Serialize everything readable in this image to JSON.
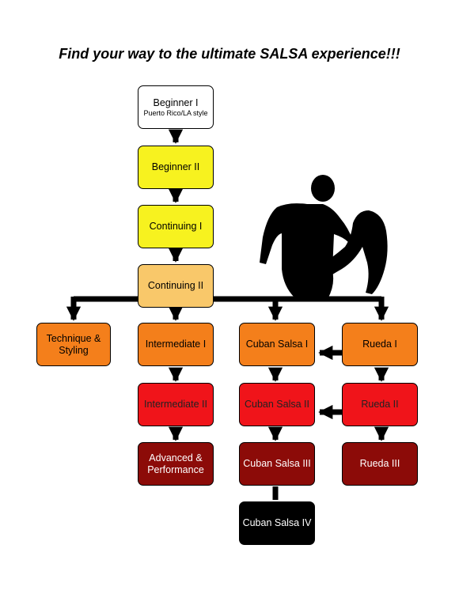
{
  "title": "Find your way to the ultimate SALSA experience!!!",
  "nodes": {
    "beginner1": {
      "label": "Beginner I",
      "sub": "Puerto Rico/LA style"
    },
    "beginner2": {
      "label": "Beginner II"
    },
    "continuing1": {
      "label": "Continuing I"
    },
    "continuing2": {
      "label": "Continuing II"
    },
    "technique": {
      "label": "Technique & Styling"
    },
    "intermediate1": {
      "label": "Intermediate I"
    },
    "intermediate2": {
      "label": "Intermediate II"
    },
    "advanced": {
      "label": "Advanced & Performance"
    },
    "cuban1": {
      "label": "Cuban Salsa I"
    },
    "cuban2": {
      "label": "Cuban Salsa II"
    },
    "cuban3": {
      "label": "Cuban Salsa III"
    },
    "cuban4": {
      "label": "Cuban Salsa IV"
    },
    "rueda1": {
      "label": "Rueda I"
    },
    "rueda2": {
      "label": "Rueda II"
    },
    "rueda3": {
      "label": "Rueda III"
    }
  },
  "colors": {
    "white": "#ffffff",
    "yellow": "#f7f21f",
    "light_orange": "#f9c86a",
    "orange": "#f47f1b",
    "red": "#f0141a",
    "dark_red": "#8c0b08",
    "black": "#000000"
  },
  "illustration": "salsa-dancers-silhouette"
}
